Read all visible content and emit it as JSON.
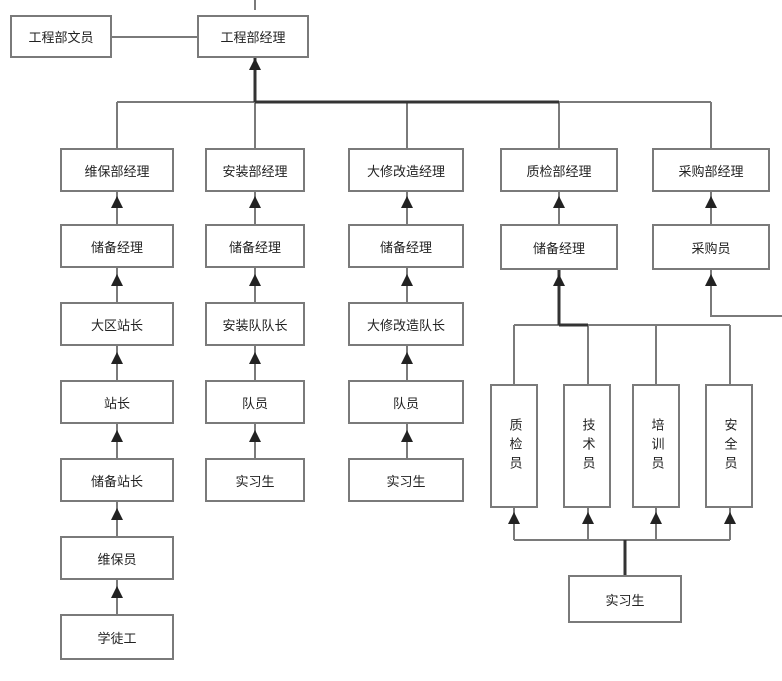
{
  "colors": {
    "line": "#7a7a7a",
    "bold_line": "#333333",
    "arrow": "#222222",
    "box_border": "#7a7a7a"
  },
  "nodes": {
    "eng_clerk": "工程部文员",
    "eng_manager": "工程部经理",
    "col1": [
      "维保部经理",
      "储备经理",
      "大区站长",
      "站长",
      "储备站长",
      "维保员",
      "学徒工"
    ],
    "col2": [
      "安装部经理",
      "储备经理",
      "安装队队长",
      "队员",
      "实习生"
    ],
    "col3": [
      "大修改造经理",
      "储备经理",
      "大修改造队长",
      "队员",
      "实习生"
    ],
    "col4": [
      "质检部经理",
      "储备经理"
    ],
    "col4_sub": [
      "质检员",
      "技术员",
      "培训员",
      "安全员"
    ],
    "col4_intern": "实习生",
    "col5": [
      "采购部经理",
      "采购员"
    ]
  }
}
